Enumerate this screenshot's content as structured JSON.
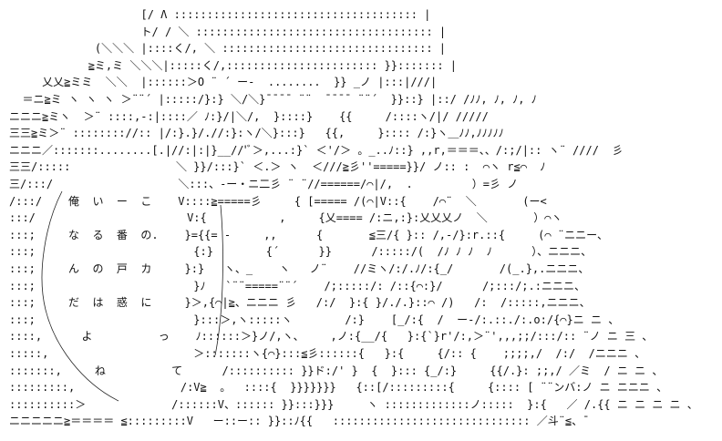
{
  "art": {
    "rows": [
      "                    [/ Λ ::::::::::::::::::::::::::::::::::::: |",
      "                    ト/ / ＼ :::::::::::::::::::::::::::::::::::: |",
      "             (＼＼＼ |::::く/, ＼ :::::::::::::::::::::::::::::::: |",
      "            ≧ミ,ミ ＼＼＼|:::::く/,::::::::::::::::::::::: }}::::::: |",
      "     乂乂≧ミミ  ＼＼  |::::::＞O ¨ ´ ー-  ........  }} _ノ |:::|///|",
      "  ＝ニ≧ミ ヽ ヽ ヽ ＞¨¨´ |:::::/}:} ＼/＼}¯¯¯¯ ¨¨  ¯¯¯¯ ¨¨´  }}::} |::/ /ﾉﾉ, ﾉ, ﾉ, ﾉ",
      "ニニニ≧ミヽ  ＞¨ ::::,-:|::::／ ﾉ:}/|＼/,  }::::}    {{     /::::ヽ/|/ /////",
      "三三≧ミ＞¨ :::::::://:: |/:}.}/.//:}:ヽ/＼}:::}   {{,     }:::: /:}ヽ＿ﾉﾉ,ﾉﾉﾉﾉﾉ",
      "ニニニ／:::::::........[.|//:|:|}__//'ﾞ＞,...:}` ＜'/＞ 。_..ﾉ::} ,,r,＝＝＝、、/:;/|:: ヽ¨ ////  彡",
      "三三/:::::                ＼ }}/:::}` ＜.＞ ヽ  ＜///≧彡''=====}}/ ノ:: :  ⌒ヽ r≦⌒  ﾉ",
      "三/:::/                   ＼:::、-ー・ニ二彡 ¨ ¨//======/⌒|/,  .         ）=彡 ノ",
      "/:::/    俺  い  ー  こ    V::::≧=====彡     { [===== /(⌒|V::{    /⌒¨  ＼       (ー<",
      ":::/                       V:{           ,     {乂==== /:ニ,:}:乂乂乂ノ  ＼       ）⌒ヽ",
      ":::;     な  る  番  の.    }={{= -     ,,      {       ≦三/{ }:: /,-/}:r.::{     (⌒ ¨ニニー、",
      ":::;                        {:}        {´      }}      /:::::/(  /ﾉ ﾉ ﾉ  ﾉ      ）、ニニニ、",
      ":::;     ん  の  戸  カ     }:}   ヽ、_    ヽ   ノ¨    //ミヽ/:/.ﾉ/:{_/       /(_.},.ニニニ、",
      ":::;                        }ﾉ   `¨¨=====¨¨´    /;:::::/: /::{⌒:}/      /;:::/;.:ニニニ、",
      ":::;     だ  は  惑  に     }＞,{⌒|≧、ニニニ 彡   /:/  }:{ }/./.}::⌒ /)   /:  /:::::,ニニニ、",
      ":::;                        }:::＞,ヽ:::::ヽ        /:}    [_/:{  /  ー-/:.::./:.o:/{⌒}ニ ニ 、",
      "::::,      よ          っ    ﾉ::::::＞}ノ/,ヽ、    ,ノ:{__/{   }:{`}r'/:,＞¨',,,;;/:::/:: ¨ノ ニ 三 、",
      ":::::,                      ＞:::::::ヽ{⌒}:::≦彡::::::{   }:{     {/:: {    ;;;;,/  /:/  /ニニニ 、",
      ":::::::,     ね          て      /:::::::::: }}ド:/' }  {  }::: {_/:}     {{/.}: ;;,/ ／ミ  / ニ ニ 、",
      ":::::::::,                /:V≧  。  ::::{  }}}}}}}   {::[/:::::::::{     {:::: [ ¨¨ンバ:ノ ニ ニニニ 、",
      "::::::::::＞             /::::::V、:::::: }}:::}}}     ヽ :::::::::::::ノ:::::  }:{   ／ /.{{ ニ ニ ニ ニ 、",
      "ニニニニニ≧＝＝＝＝ ≦:::::::::V   ー::ー:: }}::ﾉ{{   :::::::::::::::::::::::::::::: ／斗¨≦、¯"
    ],
    "dialogue": [
      "俺",
      "い",
      "ー",
      "こ",
      "な",
      "る",
      "番",
      "の.",
      "ん",
      "の",
      "戸",
      "カ",
      "だ",
      "は",
      "惑",
      "に",
      "よ",
      "っ",
      "ね",
      "て"
    ]
  }
}
